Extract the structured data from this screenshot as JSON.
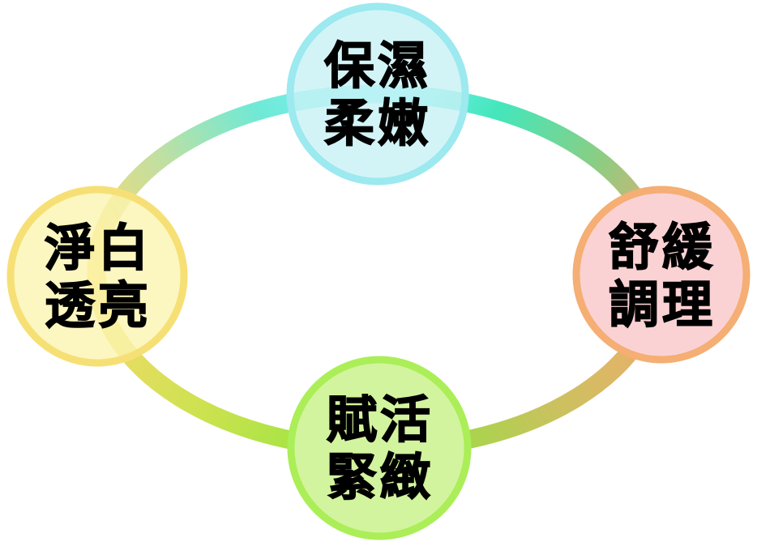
{
  "diagram": {
    "type": "cycle-diagram",
    "background_color": "#ffffff",
    "nodes": [
      {
        "id": "top",
        "position": "top",
        "line1": "保濕",
        "line2": "柔嫩",
        "fill_color": "#c8f1f5",
        "border_color": "#9ce9ef",
        "fill_opacity": 0.8,
        "text_color": "#000000"
      },
      {
        "id": "right",
        "position": "right",
        "line1": "舒緩",
        "line2": "調理",
        "fill_color": "#fbd2d4",
        "border_color": "#f5ae73",
        "fill_opacity": 1,
        "text_color": "#000000"
      },
      {
        "id": "bottom",
        "position": "bottom",
        "line1": "賦活",
        "line2": "緊緻",
        "fill_color": "#d2f49e",
        "border_color": "#abee58",
        "fill_opacity": 1,
        "text_color": "#000000"
      },
      {
        "id": "left",
        "position": "left",
        "line1": "淨白",
        "line2": "透亮",
        "fill_color": "#fbf5b0",
        "border_color": "#f6e075",
        "fill_opacity": 0.8,
        "text_color": "#000000"
      }
    ],
    "ring": {
      "segments": [
        {
          "from": "top",
          "to": "right",
          "colors": [
            "#7df4f9",
            "#44e6bb",
            "#8ccd82",
            "#f4a76d"
          ]
        },
        {
          "from": "right",
          "to": "bottom",
          "colors": [
            "#f5aa70",
            "#c9c25e",
            "#8ce53c"
          ]
        },
        {
          "from": "bottom",
          "to": "left",
          "colors": [
            "#8ce53c",
            "#cce24f",
            "#f8d96e"
          ]
        },
        {
          "from": "left",
          "to": "top",
          "colors": [
            "#f8d96e",
            "#c3dfa0",
            "#6fe9d6",
            "#7df4f9"
          ]
        }
      ]
    }
  }
}
